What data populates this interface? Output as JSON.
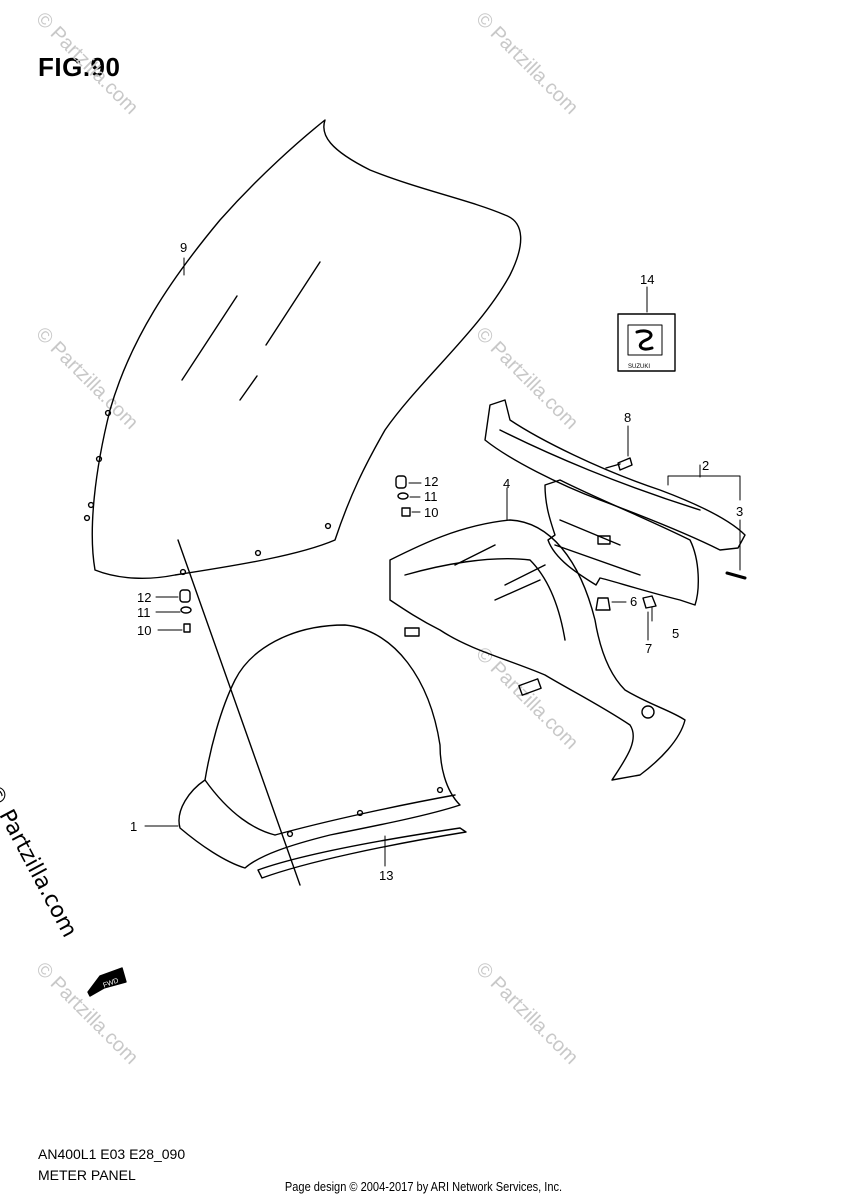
{
  "figure": {
    "title": "FIG.90",
    "model_code": "AN400L1 E03 E28_090",
    "section_name": "METER PANEL",
    "footer": "Page design © 2004-2017 by ARI Network Services, Inc.",
    "side_watermark": "© Partzilla.com",
    "watermark_text": "© Partzilla.com",
    "decal_text": "SUZUKI",
    "fwd_label": "FWD"
  },
  "callouts": [
    {
      "id": "c1",
      "label": "1",
      "part": "meter panel cover"
    },
    {
      "id": "c2",
      "label": "2",
      "part": "meter panel bracket set"
    },
    {
      "id": "c3",
      "label": "3",
      "part": "pin"
    },
    {
      "id": "c4",
      "label": "4",
      "part": "inner panel"
    },
    {
      "id": "c5",
      "label": "5",
      "part": "bracket"
    },
    {
      "id": "c6",
      "label": "6",
      "part": "clip"
    },
    {
      "id": "c7",
      "label": "7",
      "part": "nut"
    },
    {
      "id": "c8",
      "label": "8",
      "part": "screw"
    },
    {
      "id": "c9",
      "label": "9",
      "part": "windscreen"
    },
    {
      "id": "c10a",
      "label": "10",
      "part": "screw"
    },
    {
      "id": "c10b",
      "label": "10",
      "part": "screw"
    },
    {
      "id": "c11a",
      "label": "11",
      "part": "washer"
    },
    {
      "id": "c11b",
      "label": "11",
      "part": "washer"
    },
    {
      "id": "c12a",
      "label": "12",
      "part": "cushion"
    },
    {
      "id": "c12b",
      "label": "12",
      "part": "cushion"
    },
    {
      "id": "c13",
      "label": "13",
      "part": "seal"
    },
    {
      "id": "c14",
      "label": "14",
      "part": "emblem"
    }
  ],
  "colors": {
    "line": "#000000",
    "watermark": "#c8c8c8",
    "background": "#ffffff"
  }
}
